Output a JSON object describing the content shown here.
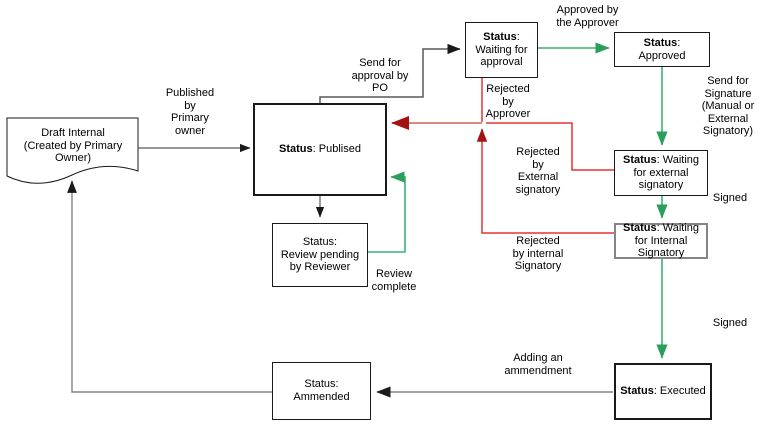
{
  "diagram": {
    "nodes": {
      "draft": {
        "text": "Draft Internal\n(Created by Primary\nOwner)"
      },
      "published": {
        "bold": "Status",
        "rest": ": Publised"
      },
      "waiting_approval": {
        "bold": "Status",
        "rest": ":\nWaiting for\napproval"
      },
      "approved": {
        "bold": "Status",
        "rest": ":\nApproved"
      },
      "waiting_external": {
        "bold": "Status",
        "rest": ": Waiting\nfor external\nsignatory"
      },
      "waiting_internal": {
        "bold": "Status",
        "rest": ": Waiting\nfor Internal\nSignatory"
      },
      "executed": {
        "bold": "Status",
        "rest": ": Executed"
      },
      "ammended": {
        "text": "Status:\nAmmended"
      },
      "review_pending": {
        "text": "Status:\nReview pending\nby Reviewer"
      }
    },
    "edge_labels": {
      "published_by": "Published\nby\nPrimary\nowner",
      "send_for_approval": "Send for\napproval by\nPO",
      "approved_by": "Approved by\nthe Approver",
      "rejected_by_approver": "Rejected\nby\nApprover",
      "send_for_signature": "Send for\nSignature\n(Manual or\nExternal\nSignatory)",
      "rejected_by_external": "Rejected\nby\nExternal\nsignatory",
      "signed_1": "Signed",
      "rejected_by_internal": "Rejected\nby internal\nSignatory",
      "signed_2": "Signed",
      "adding_amendment": "Adding an\nammendment",
      "review_complete": "Review\ncomplete"
    },
    "colors": {
      "approve_flow": "#3cb371",
      "approve_arrowhead": "#2a9e5a",
      "reject_flow": "#e53434",
      "reject_muted": "#dd8a7e",
      "reject_arrowhead": "#a51212",
      "neutral_flow": "#828282",
      "dark_flow": "#595959",
      "arrow_black": "#1a1a1a"
    }
  }
}
